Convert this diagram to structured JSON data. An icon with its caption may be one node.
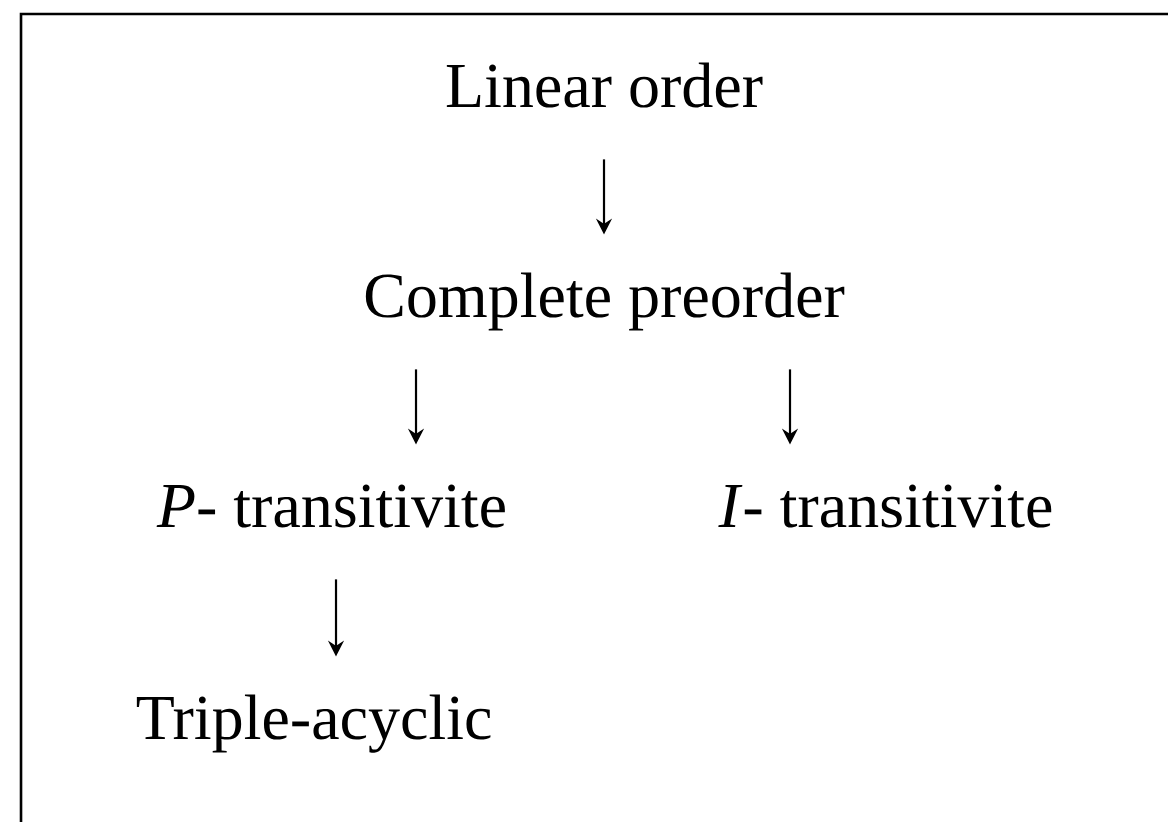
{
  "diagram": {
    "nodes": [
      {
        "text": [
          "Linear order"
        ]
      },
      {
        "text": [
          "Complete preorder"
        ]
      },
      {
        "text": [
          "*P*- transitivite"
        ]
      },
      {
        "text": [
          "*I*- transitivite"
        ]
      },
      {
        "text": [
          "Triple-acyclic"
        ]
      }
    ],
    "edges": [
      {
        "from": 0,
        "to": 1,
        "arrow": "to"
      },
      {
        "from": 1,
        "to": 2,
        "arrow": "to"
      },
      {
        "from": 1,
        "to": 3,
        "arrow": "to"
      },
      {
        "from": 2,
        "to": 4,
        "arrow": "to"
      }
    ]
  }
}
